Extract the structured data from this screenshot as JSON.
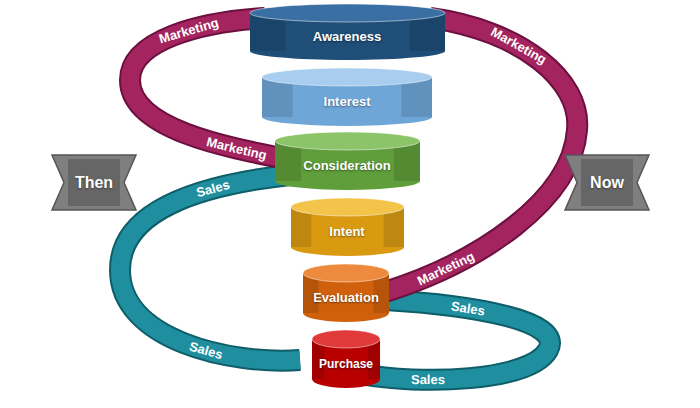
{
  "diagram": {
    "nodes": [
      {
        "text": [
          "Awareness"
        ]
      },
      {
        "text": [
          "Interest"
        ]
      },
      {
        "text": [
          "Consideration"
        ]
      },
      {
        "text": [
          "Intent"
        ]
      },
      {
        "text": [
          "Evaluation"
        ]
      },
      {
        "text": [
          "Purchase"
        ]
      },
      {
        "text": [
          "Then"
        ]
      },
      {
        "text": [
          "Now"
        ]
      }
    ],
    "labels": [
      "Marketing",
      "Marketing",
      "Marketing",
      "Sales",
      "Marketing",
      "Sales",
      "Sales",
      "Sales"
    ]
  }
}
